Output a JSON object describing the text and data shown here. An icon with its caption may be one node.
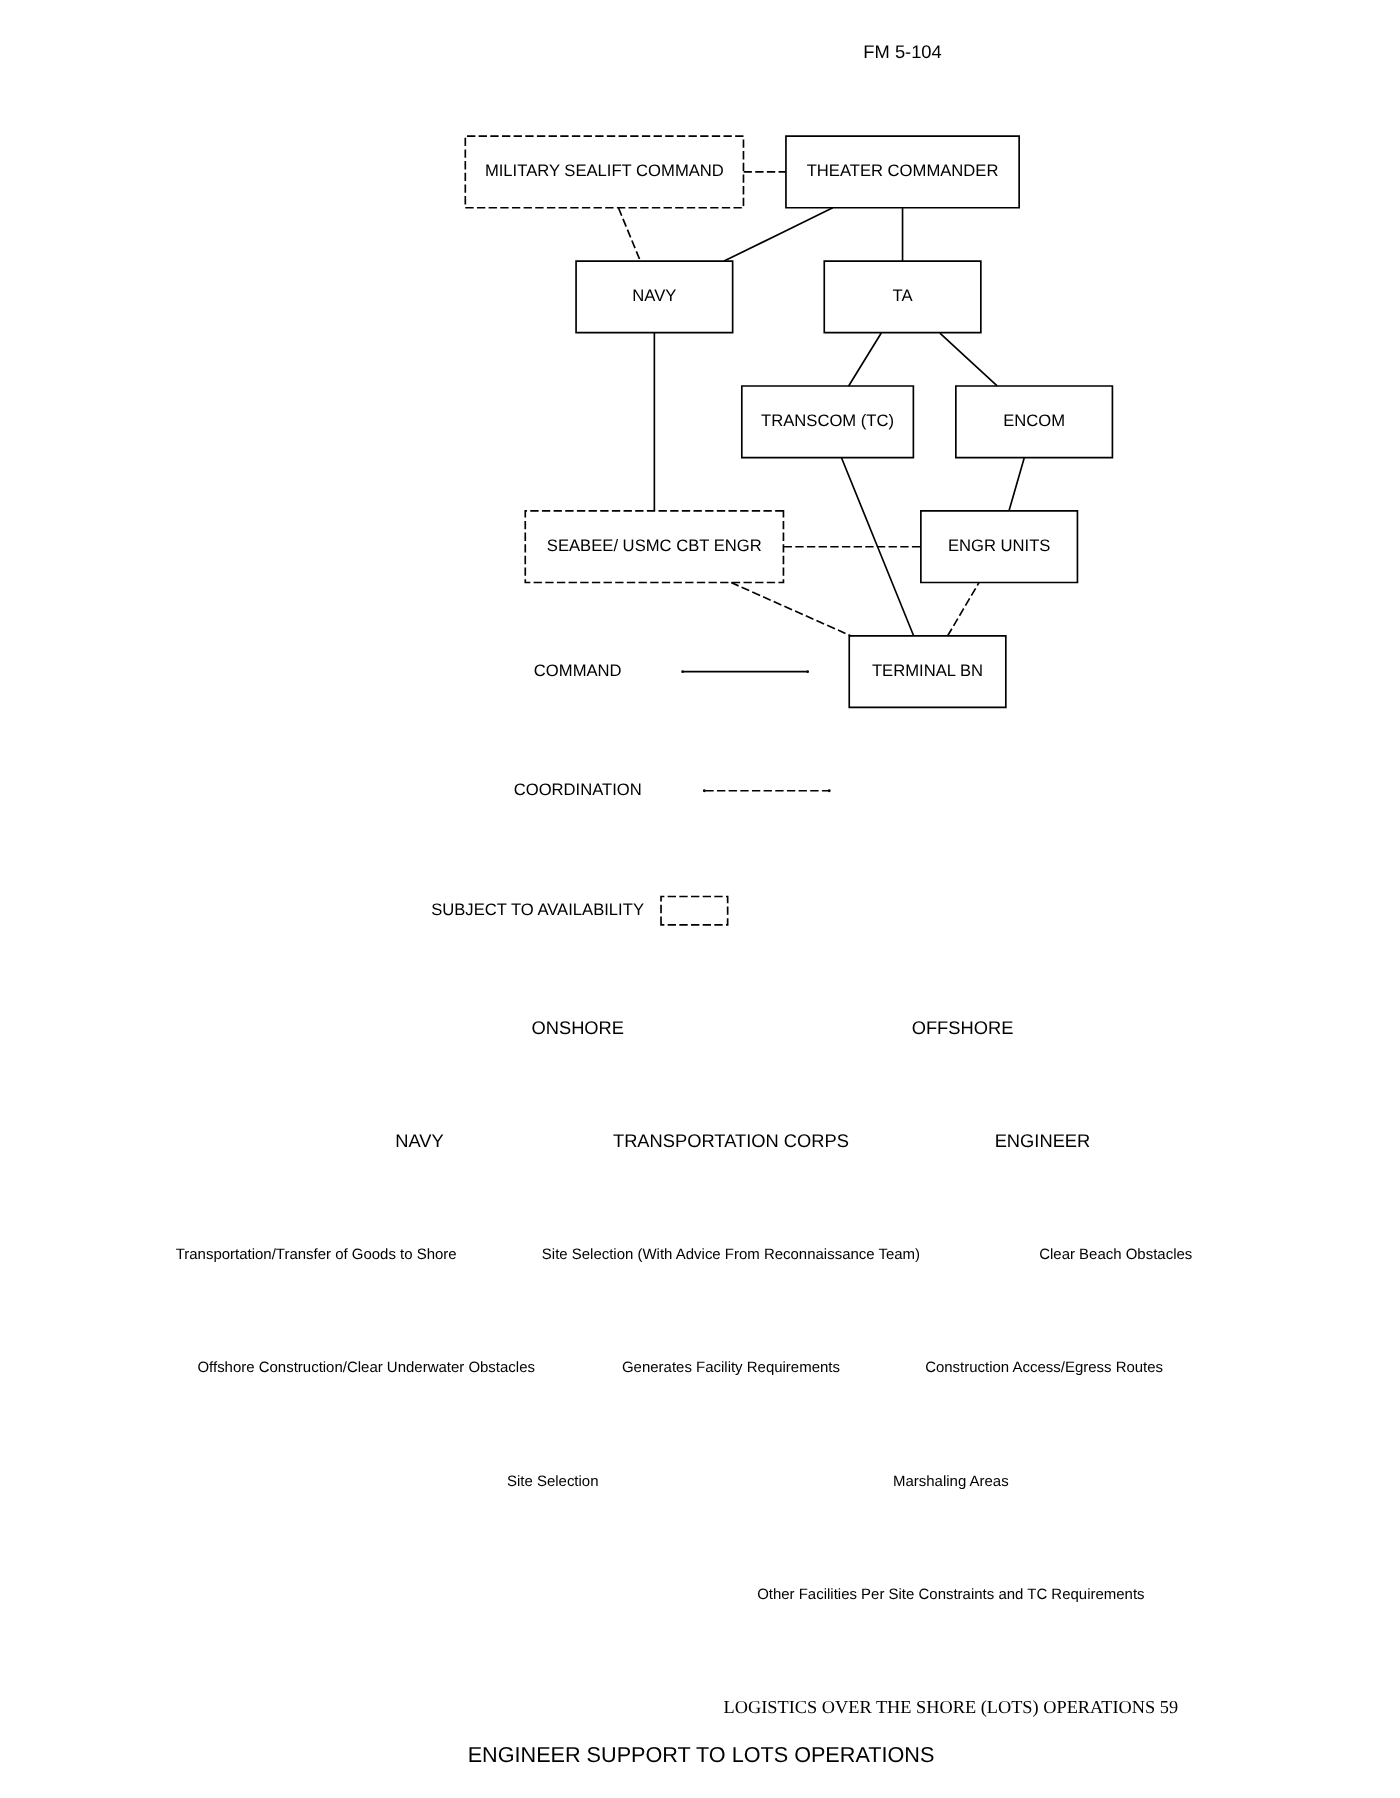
{
  "diagram": {
    "caption": "ENGINEER SUPPORT TO LOTS OPERATIONS",
    "nodes": [
      {
        "text": [
          "MILITARY SEALIFT COMMAND"
        ]
      },
      {
        "text": [
          "THEATER COMMANDER"
        ]
      },
      {
        "text": [
          "NAVY"
        ]
      },
      {
        "text": [
          "TA"
        ]
      },
      {
        "text": [
          "TRANSCOM (TC)"
        ]
      },
      {
        "text": [
          "ENCOM"
        ]
      },
      {
        "text": [
          "SEABEE/ USMC CBT ENGR"
        ]
      },
      {
        "text": [
          "ENGR UNITS"
        ]
      },
      {
        "text": [
          "TERMINAL BN"
        ]
      }
    ],
    "edges": [
      {
        "from": 0,
        "to": 1,
        "arrow": "none",
        "style": "dashed"
      },
      {
        "from": 0,
        "to": 2,
        "arrow": "none",
        "style": "dashed"
      },
      {
        "from": 1,
        "to": 2,
        "arrow": "none"
      },
      {
        "from": 1,
        "to": 3,
        "arrow": "none"
      },
      {
        "from": 3,
        "to": 4,
        "arrow": "none"
      },
      {
        "from": 3,
        "to": 5,
        "arrow": "none"
      },
      {
        "from": 2,
        "to": 6,
        "arrow": "none"
      },
      {
        "from": 5,
        "to": 7,
        "arrow": "none"
      },
      {
        "from": 4,
        "to": 8,
        "arrow": "none"
      },
      {
        "from": 6,
        "to": 7,
        "arrow": "none",
        "style": "dashed"
      },
      {
        "from": 6,
        "to": 8,
        "arrow": "none",
        "style": "dashed"
      },
      {
        "from": 8,
        "to": 7,
        "arrow": "none",
        "style": "dashed"
      }
    ],
    "labels": [
      "FM 5-104",
      "ONSHORE",
      "OFFSHORE",
      "NAVY",
      "TRANSPORTATION CORPS",
      "ENGINEER",
      "Transportation/Transfer of Goods to Shore",
      "Offshore Construction/Clear Underwater Obstacles",
      "Site Selection",
      "Site Selection (With Advice From Reconnaissance Team)",
      "Generates Facility Requirements",
      "Clear Beach Obstacles",
      "Construction Access/Egress Routes",
      "Marshaling Areas",
      "Other Facilities Per Site Constraints and TC Requirements",
      "LOGISTICS OVER THE SHORE (LOTS) OPERATIONS 59"
    ],
    "legend": [
      {
        "text": "COMMAND"
      },
      {
        "text": "COORDINATION"
      },
      {
        "text": "SUBJECT TO AVAILABILITY"
      }
    ]
  }
}
